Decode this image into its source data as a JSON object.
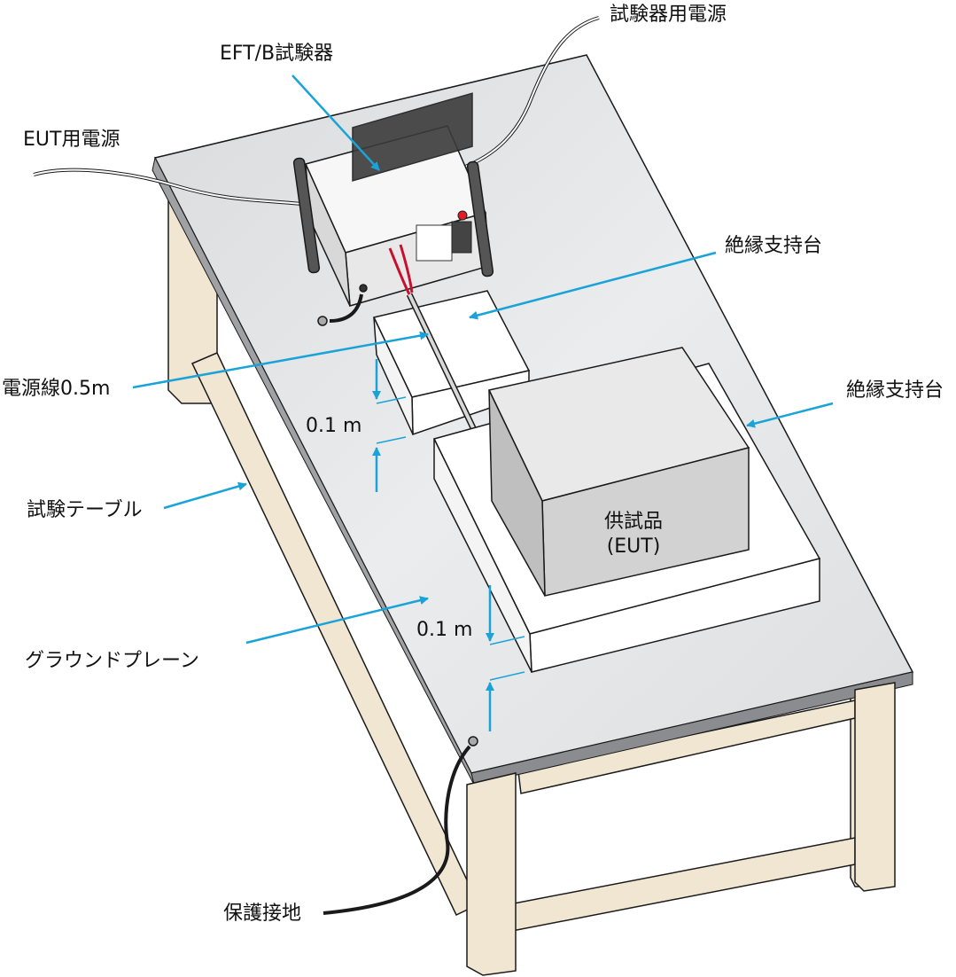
{
  "labels": {
    "tester_power": "試験器用電源",
    "eft_tester": "EFT/B試験器",
    "eut_power": "EUT用電源",
    "insulating_support_top": "絶縁支持台",
    "insulating_support_right": "絶縁支持台",
    "power_line": "電源線0.5m",
    "height_small": "0.1 m",
    "test_table": "試験テーブル",
    "height_eut": "0.1 m",
    "ground_plane": "グラウンドプレーン",
    "eut_line1": "供試品",
    "eut_line2": "(EUT)",
    "protective_earth": "保護接地"
  },
  "colors": {
    "arrow": "#1aa3d9",
    "wood": "#f0e6d2",
    "ground_plane": "#e4e6e8",
    "ground_plane_edge": "#8a8c8f",
    "support": "#ffffff",
    "eut_box": "#d2d2d2",
    "outline": "#1a1a1a"
  },
  "icons": {
    "tester": "eft-tester-icon",
    "earth_terminal": "earth-terminal-icon"
  }
}
